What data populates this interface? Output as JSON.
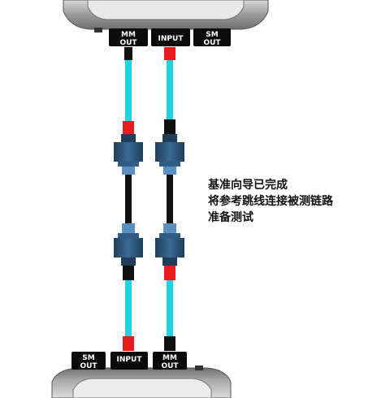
{
  "top_unit": {
    "ports": [
      {
        "line1": "MM",
        "line2": "OUT"
      },
      {
        "line1": "INPUT",
        "line2": ""
      },
      {
        "line1": "SM",
        "line2": "OUT"
      }
    ]
  },
  "bottom_unit": {
    "ports": [
      {
        "line1": "SM",
        "line2": "OUT"
      },
      {
        "line1": "INPUT",
        "line2": ""
      },
      {
        "line1": "MM",
        "line2": "OUT"
      }
    ]
  },
  "message": {
    "line1": "基准向导已完成",
    "line2": "将参考跳线连接被测链路",
    "line3": "准备测试"
  },
  "colors": {
    "fiber": "#1fd3e6",
    "connector_red": "#e81c1c",
    "connector_black": "#111111",
    "adapter": "#2a4f72",
    "port_label_bg": "#0b0b0b",
    "device_body": "#8a8a8a"
  }
}
